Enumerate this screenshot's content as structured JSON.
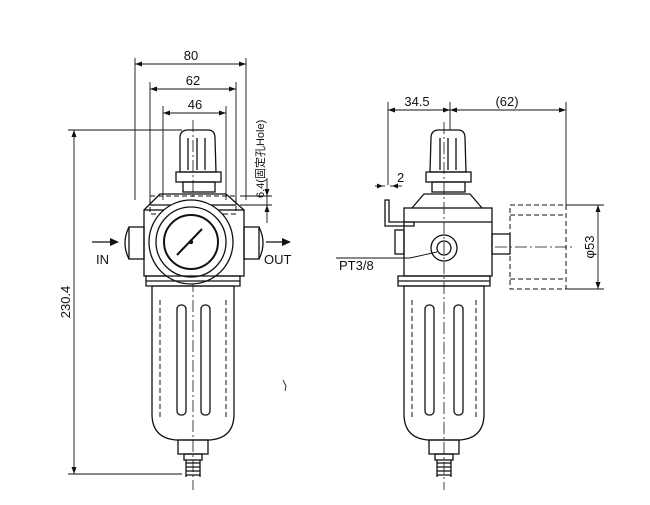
{
  "front_view": {
    "dim_overall_width": "80",
    "dim_mid_width": "62",
    "dim_inner_width": "46",
    "dim_height": "230.4",
    "mount_hole_label": "6.4(固定孔Hole)",
    "port_in_label": "IN",
    "port_out_label": "OUT"
  },
  "side_view": {
    "dim_depth": "34.5",
    "dim_gauge_offset": "(62)",
    "dim_bracket": "2",
    "port_thread_label": "PT3/8",
    "dim_gauge_diameter": "φ53"
  }
}
